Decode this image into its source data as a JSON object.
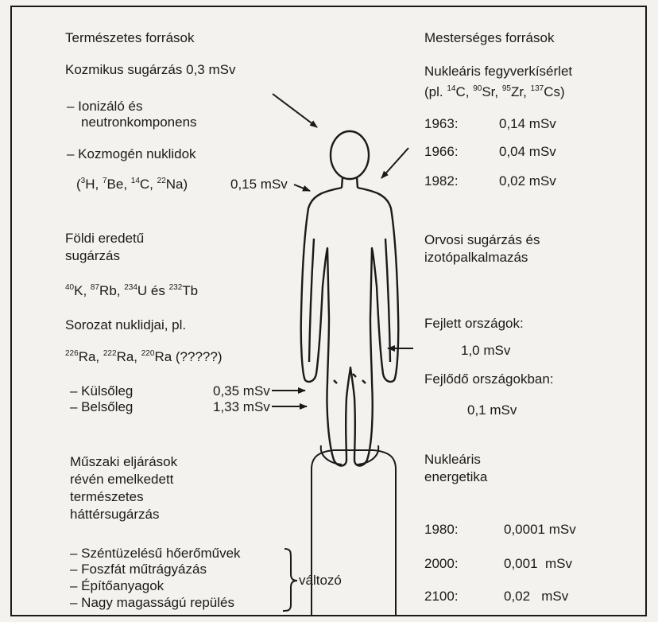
{
  "left": {
    "natural_title": "Természetes források",
    "cosmic": "Kozmikus sugárzás 0,3 mSv",
    "ionizing_1": "– Ionizáló és",
    "ionizing_2": "neutronkomponens",
    "cosmogenic": "– Kozmogén nuklidok",
    "cosmogenic_nuclides": [
      {
        "mass": "3",
        "sym": "H, "
      },
      {
        "mass": "7",
        "sym": "Be, "
      },
      {
        "mass": "14",
        "sym": "C, "
      },
      {
        "mass": "22",
        "sym": "Na)"
      }
    ],
    "cosmogenic_prefix": "(",
    "cosmogenic_value": "0,15 mSv",
    "terrestrial_1": "Földi eredetű",
    "terrestrial_2": "sugárzás",
    "terrestrial_nuclides": [
      {
        "mass": "40",
        "sym": "K, "
      },
      {
        "mass": "87",
        "sym": "Rb, "
      },
      {
        "mass": "234",
        "sym": "U és "
      },
      {
        "mass": "232",
        "sym": "Tb"
      }
    ],
    "series": "Sorozat nuklidjai, pl.",
    "series_nuclides": [
      {
        "mass": "226",
        "sym": "Ra, "
      },
      {
        "mass": "222",
        "sym": "Ra, "
      },
      {
        "mass": "220",
        "sym": "Ra (?????)"
      }
    ],
    "external_label": "– Külsőleg",
    "external_value": "0,35 mSv",
    "internal_label": "– Belsőleg",
    "internal_value": "1,33 mSv",
    "technical_1": "Műszaki eljárások",
    "technical_2": "révén emelkedett",
    "technical_3": "természetes",
    "technical_4": "háttérsugárzás",
    "tech_items": [
      "– Széntüzelésű hőerőművek",
      "– Foszfát műtrágyázás",
      "– Építőanyagok",
      "– Nagy magasságú repülés"
    ],
    "variable": "változó"
  },
  "right": {
    "artificial_title": "Mesterséges források",
    "weapons": "Nukleáris fegyverkísérlet",
    "weapons_prefix": "(pl. ",
    "weapons_nuclides": [
      {
        "mass": "14",
        "sym": "C, "
      },
      {
        "mass": "90",
        "sym": "Sr, "
      },
      {
        "mass": "95",
        "sym": "Zr, "
      },
      {
        "mass": "137",
        "sym": "Cs)"
      }
    ],
    "weapons_rows": [
      {
        "year": "1963:",
        "value": "0,14 mSv"
      },
      {
        "year": "1966:",
        "value": "0,04 mSv"
      },
      {
        "year": "1982:",
        "value": "0,02 mSv"
      }
    ],
    "medical_1": "Orvosi sugárzás és",
    "medical_2": "izotópalkalmazás",
    "developed": "Fejlett országok:",
    "developed_value": "1,0 mSv",
    "developing": "Fejlődő országokban:",
    "developing_value": "0,1 mSv",
    "energy_1": "Nukleáris",
    "energy_2": "energetika",
    "energy_rows": [
      {
        "year": "1980:",
        "value": "0,0001 mSv"
      },
      {
        "year": "2000:",
        "value": "0,001  mSv"
      },
      {
        "year": "2100:",
        "value": "0,02   mSv"
      }
    ]
  }
}
